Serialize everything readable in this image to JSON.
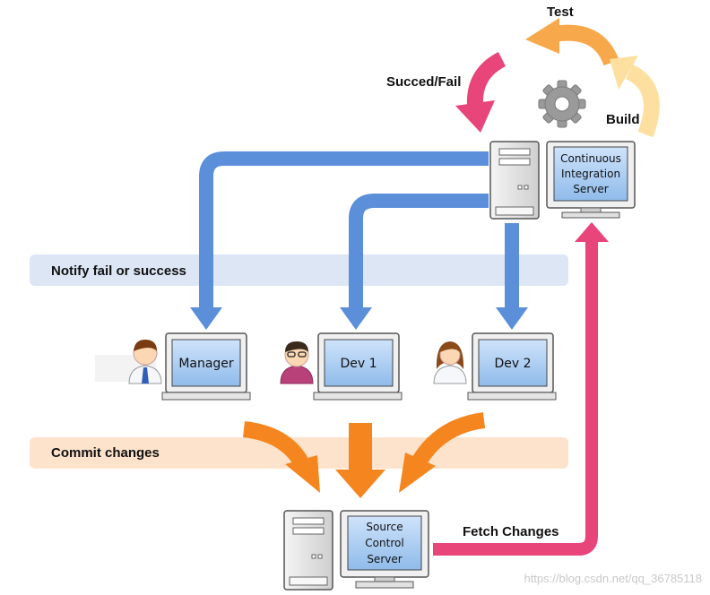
{
  "labels": {
    "test": "Test",
    "succeed_fail": "Succed/Fail",
    "build": "Build",
    "notify": "Notify fail or success",
    "commit": "Commit changes",
    "fetch": "Fetch Changes"
  },
  "ci_server": {
    "line1": "Continuous",
    "line2": "Integration",
    "line3": "Server"
  },
  "source_server": {
    "line1": "Source",
    "line2": "Control",
    "line3": "Server"
  },
  "laptops": {
    "manager": "Manager",
    "dev1": "Dev 1",
    "dev2": "Dev 2"
  },
  "watermark": "https://blog.csdn.net/qq_36785118",
  "colors": {
    "blue_arrow": "#5b8fd9",
    "orange_arrow": "#f5861f",
    "pink_arrow": "#e8457a",
    "light_orange_arrow": "#f6a84a",
    "light_yellow_arrow": "#fde0a0",
    "notify_band": "#dce6f5",
    "commit_band": "#fde3cc"
  },
  "icons": [
    "gear-icon",
    "server-tower-icon",
    "monitor-icon",
    "laptop-icon",
    "person-icon"
  ]
}
